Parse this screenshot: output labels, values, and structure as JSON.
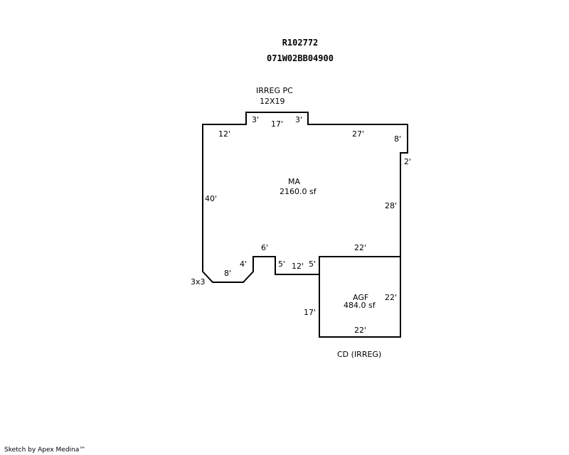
{
  "header": {
    "account": "R102772",
    "parcel": "071W02BB04900"
  },
  "labels": {
    "irreg_pc": "IRREG PC",
    "irreg_pc_size": "12X19",
    "ma": "MA",
    "ma_area": "2160.0 sf",
    "agf": "AGF",
    "agf_area": "484.0 sf",
    "corner": "3x3",
    "cd": "CD (IRREG)"
  },
  "dimensions": {
    "ma_top_left": "12'",
    "pc_left": "3'",
    "pc_top": "17'",
    "pc_right": "3'",
    "ma_top_right": "27'",
    "ma_step": "8'",
    "ma_step_down": "2'",
    "ma_left": "40'",
    "ma_right": "28'",
    "notch_top": "6'",
    "notch_left": "4'",
    "bottom_left": "8'",
    "notch_right": "5'",
    "bottom_mid": "12'",
    "agf_left_top": "5'",
    "agf_top": "22'",
    "agf_right": "22'",
    "agf_left": "17'",
    "agf_bottom": "22'"
  },
  "footer": "Sketch by Apex Medina™"
}
